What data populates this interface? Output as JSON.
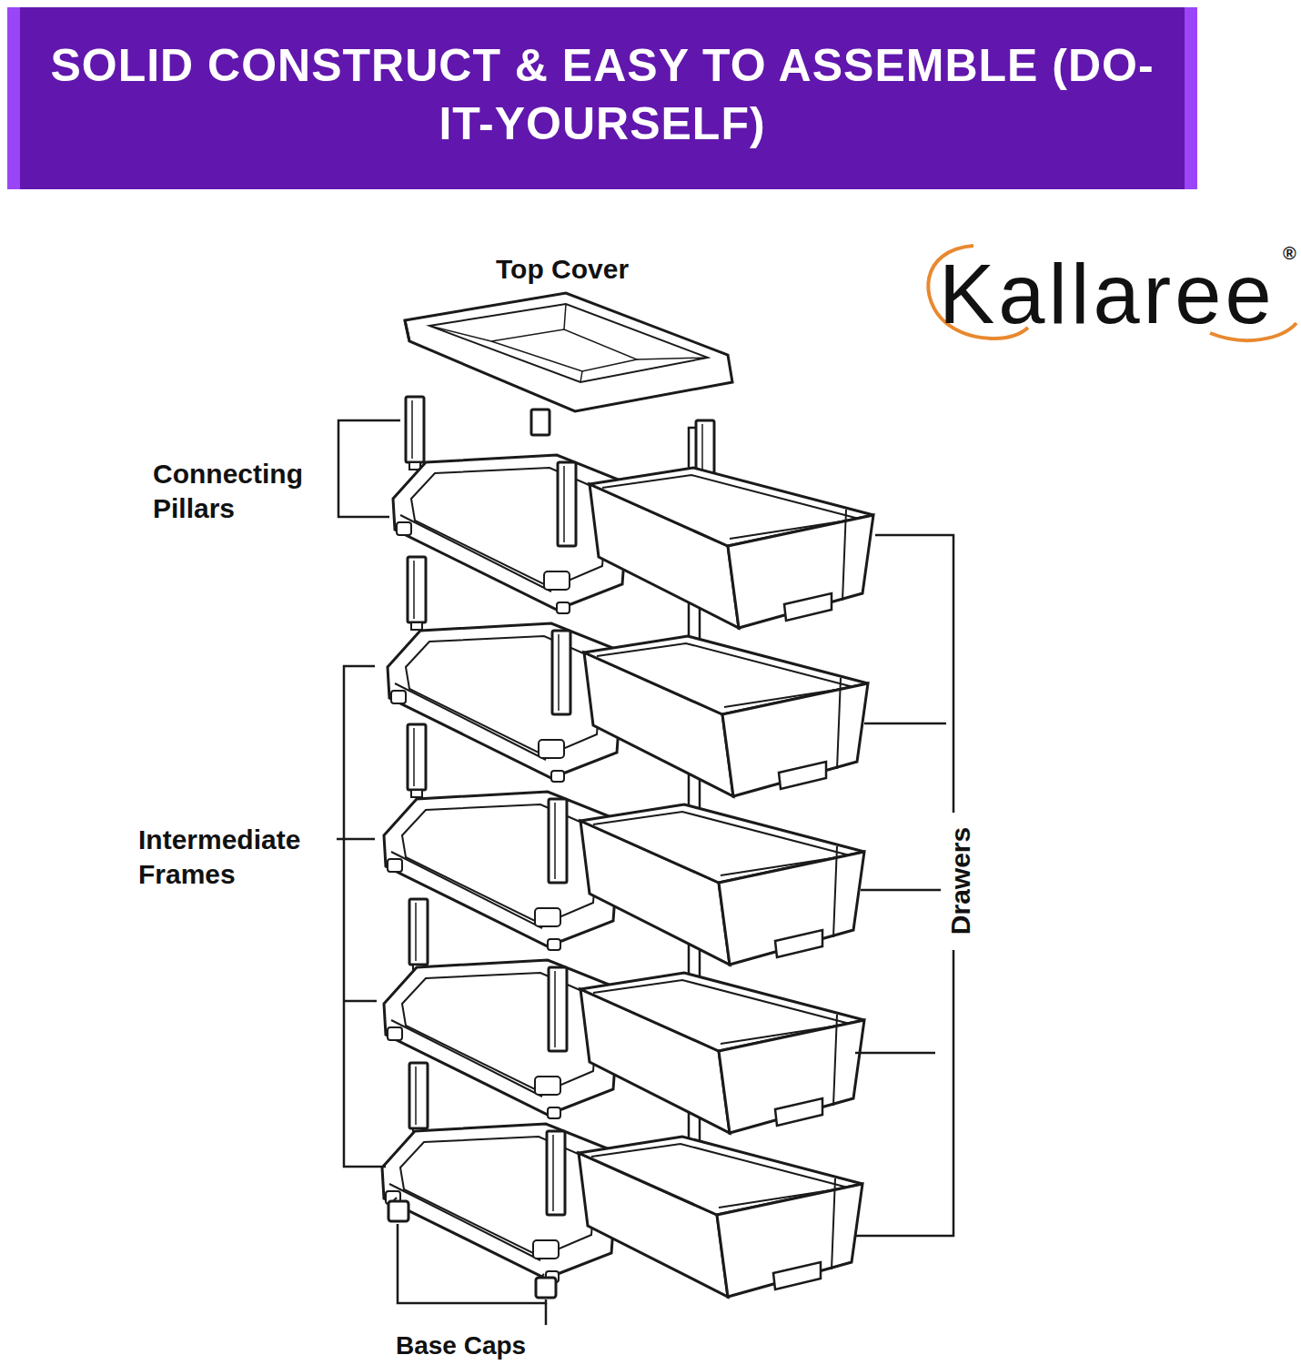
{
  "diagram": {
    "title": "SOLID CONSTRUCT & EASY TO ASSEMBLE (DO-IT-YOURSELF)",
    "labels": [
      "Top Cover",
      "Connecting Pillars",
      "Intermediate Frames",
      "Drawers",
      "Base Caps",
      "Kallaree",
      "®"
    ]
  }
}
